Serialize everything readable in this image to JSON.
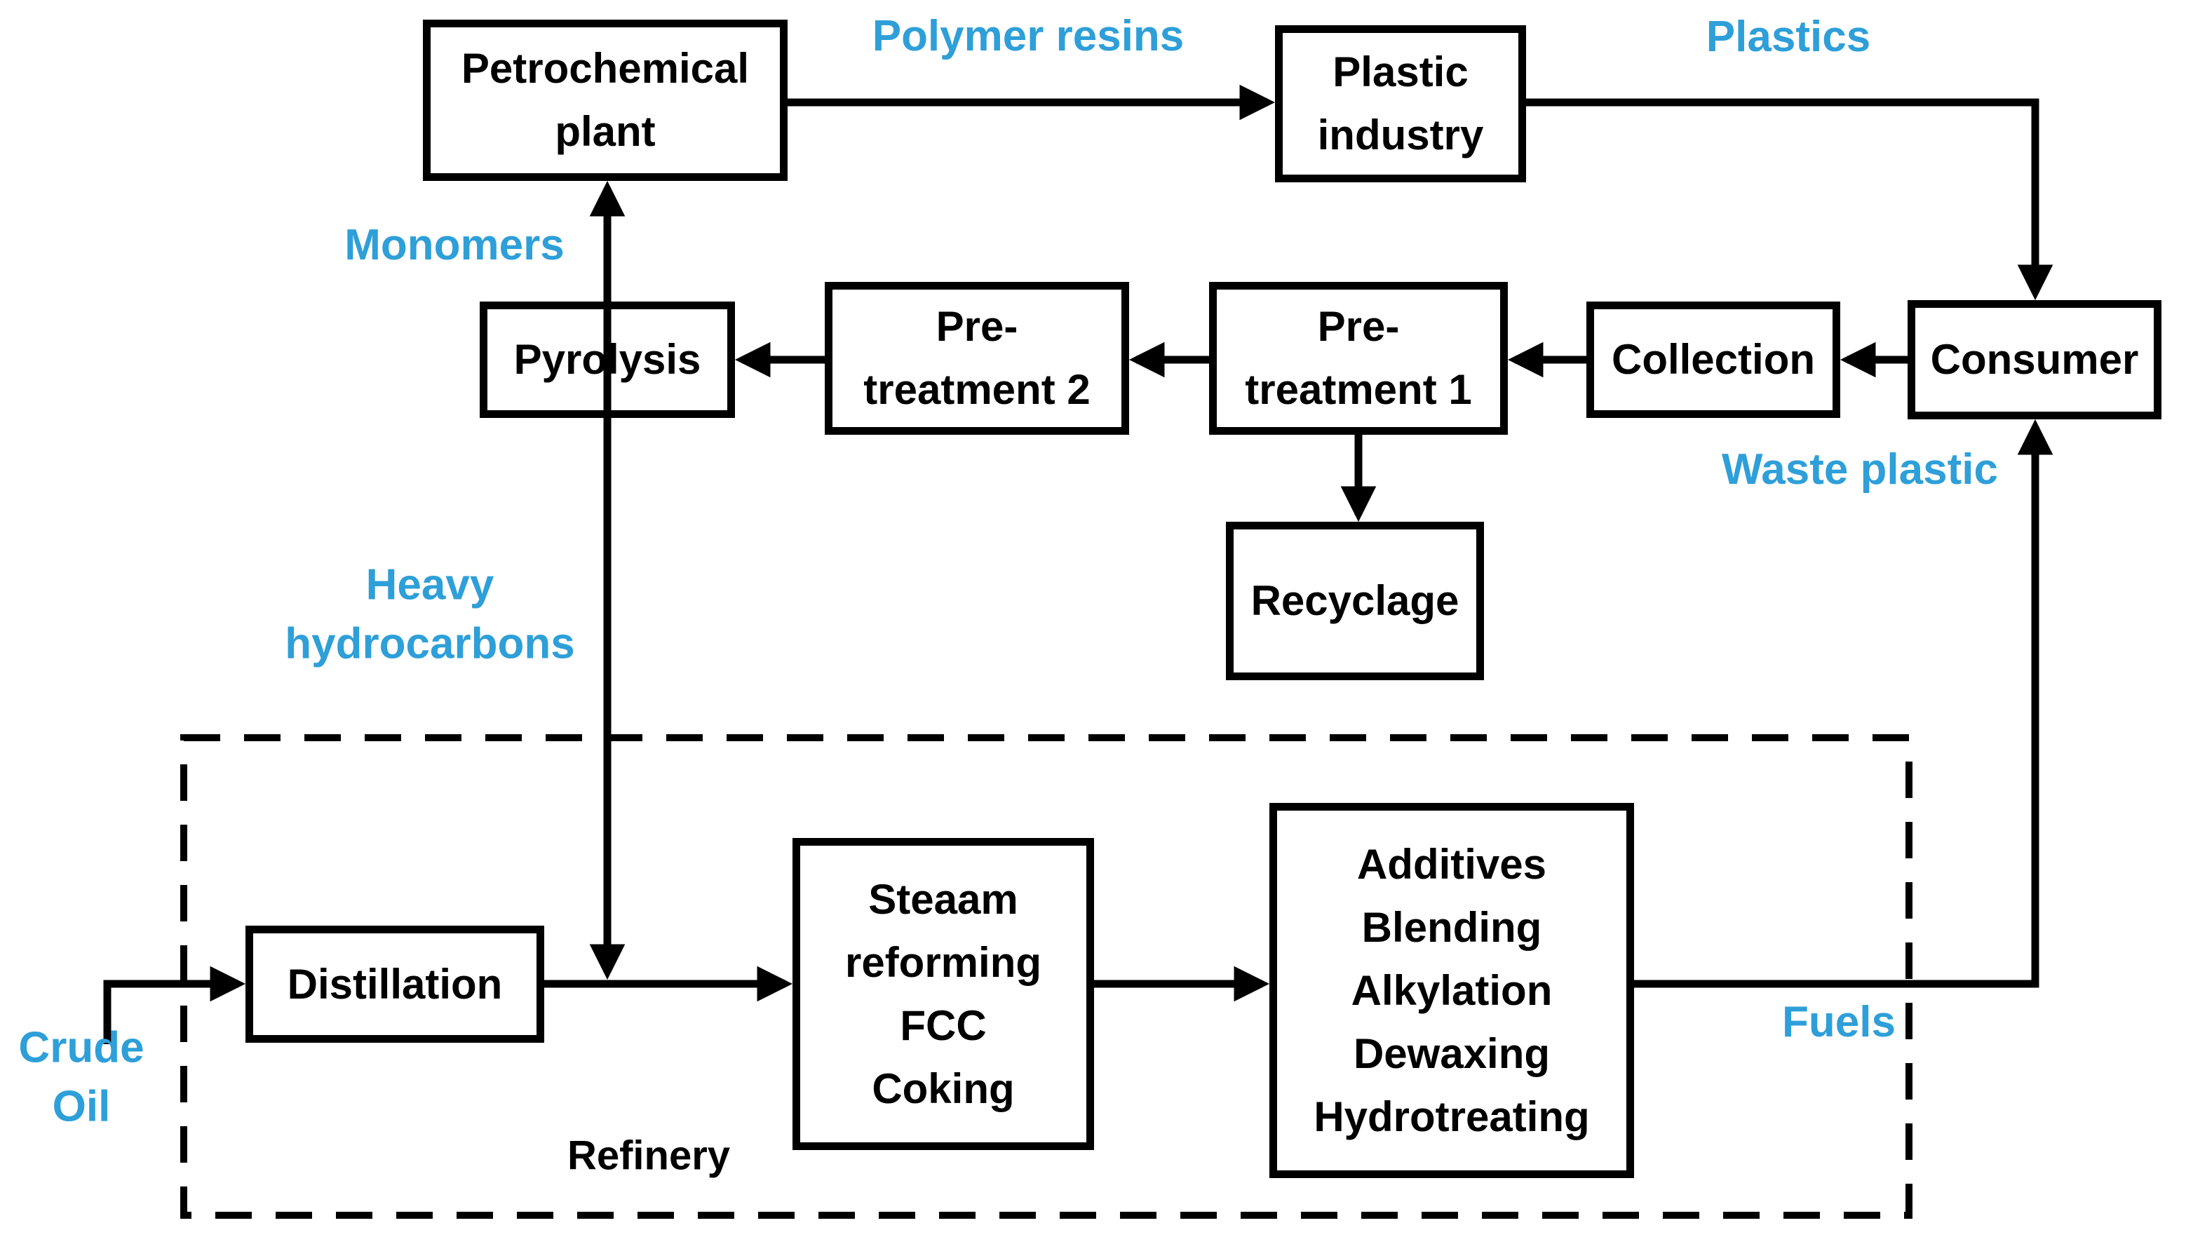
{
  "diagram": {
    "nodes": {
      "petrochemical_plant": "Petrochemical\nplant",
      "plastic_industry": "Plastic\nindustry",
      "pyrolysis": "Pyrolysis",
      "pretreatment_2": "Pre-\ntreatment 2",
      "pretreatment_1": "Pre-\ntreatment 1",
      "collection": "Collection",
      "consumer": "Consumer",
      "recyclage": "Recyclage",
      "distillation": "Distillation",
      "refinery_conversion_units": "Steaam\nreforming\nFCC\nCoking",
      "refinery_finishing_units": "Additives\nBlending\nAlkylation\nDewaxing\nHydrotreating"
    },
    "flow_labels": {
      "polymer_resins": "Polymer resins",
      "plastics": "Plastics",
      "monomers": "Monomers",
      "waste_plastic": "Waste plastic",
      "heavy_hydrocarbons": "Heavy\nhydrocarbons",
      "crude_oil": "Crude\nOil",
      "fuels": "Fuels"
    },
    "container_labels": {
      "refinery": "Refinery"
    },
    "colors": {
      "flow_label_blue": "#2E9FD8",
      "line_black": "#000000",
      "background": "#FFFFFF"
    }
  }
}
